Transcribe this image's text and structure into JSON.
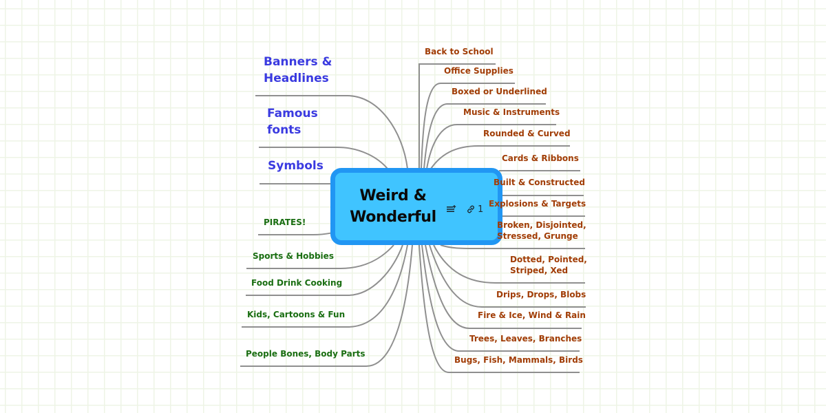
{
  "central_topic": {
    "title": "Weird & Wonderful",
    "title_line1": "Weird &",
    "title_line2": "Wonderful",
    "notes_icon": "notes-add-icon",
    "link_icon": "link-icon",
    "link_count": "1",
    "fill_color": "#40C4FF",
    "border_color": "#2196F3"
  },
  "left_topics": [
    {
      "label": "Banners & Headlines",
      "line1": "Banners &",
      "line2": "Headlines",
      "color": "#3a3ae0"
    },
    {
      "label": "Famous fonts",
      "line1": "Famous",
      "line2": "fonts",
      "color": "#3a3ae0"
    },
    {
      "label": "Symbols",
      "color": "#3a3ae0"
    },
    {
      "label": "PIRATES!",
      "color": "#1a6e12"
    },
    {
      "label": "Sports & Hobbies",
      "color": "#1a6e12"
    },
    {
      "label": "Food Drink Cooking",
      "color": "#1a6e12"
    },
    {
      "label": "Kids, Cartoons & Fun",
      "color": "#1a6e12"
    },
    {
      "label": "People Bones, Body Parts",
      "color": "#1a6e12"
    }
  ],
  "right_topics": [
    {
      "label": "Back to School"
    },
    {
      "label": "Office Supplies"
    },
    {
      "label": "Boxed or Underlined"
    },
    {
      "label": "Music & Instruments"
    },
    {
      "label": "Rounded & Curved"
    },
    {
      "label": "Cards & Ribbons"
    },
    {
      "label": "Built & Constructed"
    },
    {
      "label": "Explosions & Targets"
    },
    {
      "label": "Broken, Disjointed, Stressed, Grunge",
      "line1": "Broken, Disjointed,",
      "line2": "Stressed, Grunge"
    },
    {
      "label": "Dotted, Pointed, Striped, Xed",
      "line1": "Dotted, Pointed,",
      "line2": "Striped, Xed"
    },
    {
      "label": "Drips, Drops, Blobs"
    },
    {
      "label": "Fire & Ice, Wind & Rain"
    },
    {
      "label": "Trees, Leaves, Branches"
    },
    {
      "label": "Bugs, Fish, Mammals, Birds"
    }
  ],
  "colors": {
    "connector": "#8f8f8f",
    "grid": "#eef4e6",
    "right_topic_text": "#a13d06"
  }
}
